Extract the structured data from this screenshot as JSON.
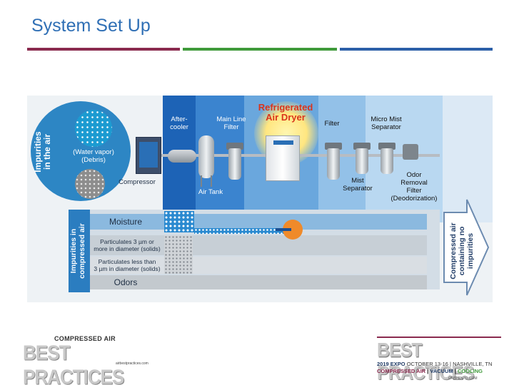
{
  "slide": {
    "title": "System Set Up",
    "rule_colors": [
      "#8a2a4e",
      "#3f9a3a",
      "#2c5fa8"
    ]
  },
  "diagram": {
    "impurities_in_air": "Impurities\nin the air",
    "water_debris": "(Water vapor)\n(Debris)",
    "labels": {
      "compressor": "Compressor",
      "aftercooler": "After-\ncooler",
      "main_line_filter": "Main Line\nFilter",
      "air_tank": "Air Tank",
      "refrigerated_air_dryer": "Refrigerated\nAir Dryer",
      "filter": "Filter",
      "micro_mist_separator": "Micro Mist\nSeparator",
      "mist_separator": "Mist\nSeparator",
      "odor_removal_filter": "Odor\nRemoval\nFilter\n(Deodorization)"
    },
    "impurities_in_compressed_air": "Impurities in\ncompressed air",
    "rows": {
      "moisture": "Moisture",
      "particulates_large": "Particulates 3 µm or\nmore in diameter (solids)",
      "particulates_small": "Particulates less than\n3 µm in diameter (solids)",
      "odors": "Odors"
    },
    "output": "Compressed air\ncontaining no\nimpurities"
  },
  "logos": {
    "left": {
      "top": "COMPRESSED AIR",
      "main": "BEST PRACTICES",
      "url": "airbestpractices.com"
    },
    "right": {
      "main": "BEST PRACTICES",
      "expo": "2019 EXPO",
      "dates": "OCTOBER 13-16",
      "city": "NASHVILLE, TN",
      "tag_a": "COMPRESSED AIR",
      "tag_b": "VACUUM",
      "tag_c": "COOLING",
      "url": "CABPEXPO.COM"
    }
  }
}
